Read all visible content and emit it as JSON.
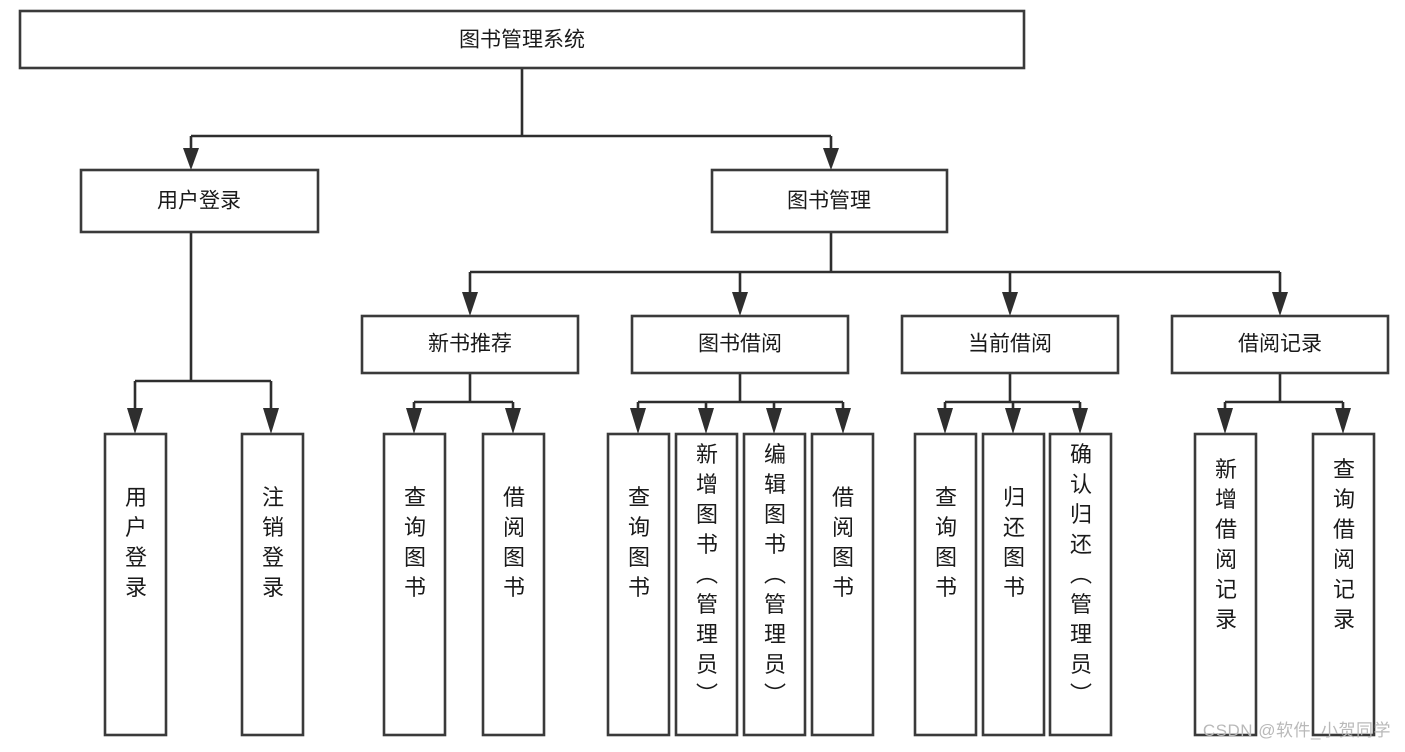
{
  "diagram": {
    "title": "图书管理系统",
    "root": {
      "id": "root",
      "label": "图书管理系统",
      "orientation": "horizontal"
    },
    "level2": [
      {
        "id": "user-login",
        "label": "用户登录",
        "orientation": "horizontal"
      },
      {
        "id": "book-manage",
        "label": "图书管理",
        "orientation": "horizontal"
      }
    ],
    "level3": [
      {
        "id": "new-book-recommend",
        "label": "新书推荐",
        "orientation": "horizontal"
      },
      {
        "id": "book-borrow",
        "label": "图书借阅",
        "orientation": "horizontal"
      },
      {
        "id": "current-borrow",
        "label": "当前借阅",
        "orientation": "horizontal"
      },
      {
        "id": "borrow-record",
        "label": "借阅记录",
        "orientation": "horizontal"
      }
    ],
    "leaves": {
      "user_login": [
        {
          "id": "leaf-user-login",
          "label": "用户登录",
          "orientation": "vertical"
        },
        {
          "id": "leaf-logout-login",
          "label": "注销登录",
          "orientation": "vertical"
        }
      ],
      "new_book_recommend": [
        {
          "id": "leaf-query-book-1",
          "label": "查询图书",
          "orientation": "vertical"
        },
        {
          "id": "leaf-borrow-book-1",
          "label": "借阅图书",
          "orientation": "vertical"
        }
      ],
      "book_borrow": [
        {
          "id": "leaf-query-book-2",
          "label": "查询图书",
          "orientation": "vertical"
        },
        {
          "id": "leaf-add-book",
          "label": "新增图书（管理员）",
          "orientation": "vertical"
        },
        {
          "id": "leaf-edit-book",
          "label": "编辑图书（管理员）",
          "orientation": "vertical"
        },
        {
          "id": "leaf-borrow-book-2",
          "label": "借阅图书",
          "orientation": "vertical"
        }
      ],
      "current_borrow": [
        {
          "id": "leaf-query-book-3",
          "label": "查询图书",
          "orientation": "vertical"
        },
        {
          "id": "leaf-return-book",
          "label": "归还图书",
          "orientation": "vertical"
        },
        {
          "id": "leaf-confirm-return",
          "label": "确认归还（管理员）",
          "orientation": "vertical"
        }
      ],
      "borrow_record": [
        {
          "id": "leaf-add-borrow-record",
          "label": "新增借阅记录",
          "orientation": "vertical"
        },
        {
          "id": "leaf-query-borrow-record",
          "label": "查询借阅记录",
          "orientation": "vertical"
        }
      ]
    },
    "colors": {
      "node_stroke": "#3a3a3a",
      "node_fill": "#ffffff",
      "edge": "#2e2e2e",
      "text": "#1a1a1a",
      "background": "#ffffff",
      "watermark": "#b9b9b9"
    }
  },
  "watermark": {
    "text": "CSDN @软件_小贺同学"
  }
}
